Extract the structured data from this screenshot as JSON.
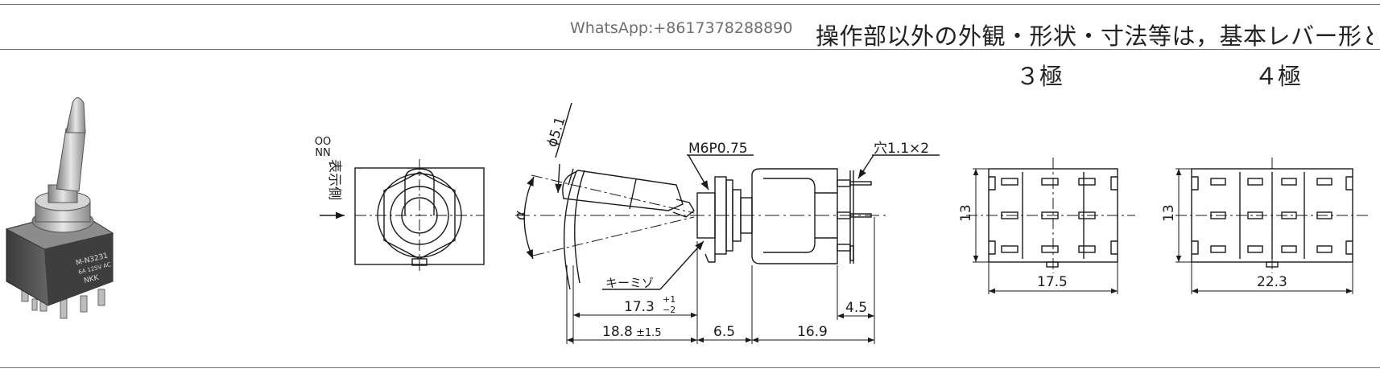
{
  "header": {
    "watermark": "WhatsApp:+8617378288890",
    "note": "操作部以外の外観・形状・寸法等は，基本レバー形と同"
  },
  "headings": {
    "three_pole": "３極",
    "four_pole": "４極"
  },
  "photo": {
    "marking_line1": "M-N3231",
    "marking_line2": "6A 125V AC",
    "marking_line3": "NKK"
  },
  "front_view": {
    "indicator_on_top": "OO",
    "indicator_on_bottom": "NN",
    "indicator_label": "表示側"
  },
  "side_view": {
    "dia": "ϕ5.1",
    "angle": "α",
    "thread": "M6P0.75",
    "hole": "穴1.1×2",
    "keymizo": "キーミゾ",
    "dim_17_3": "17.3",
    "tol_17_3_plus": "+1",
    "tol_17_3_minus": "−2",
    "dim_18_8": "18.8",
    "tol_18_8": "±1.5",
    "dim_6_5": "6.5",
    "dim_16_9": "16.9",
    "dim_4_5": "4.5"
  },
  "three_pole_view": {
    "height": "13",
    "width": "17.5"
  },
  "four_pole_view": {
    "height": "13",
    "width": "22.3"
  }
}
